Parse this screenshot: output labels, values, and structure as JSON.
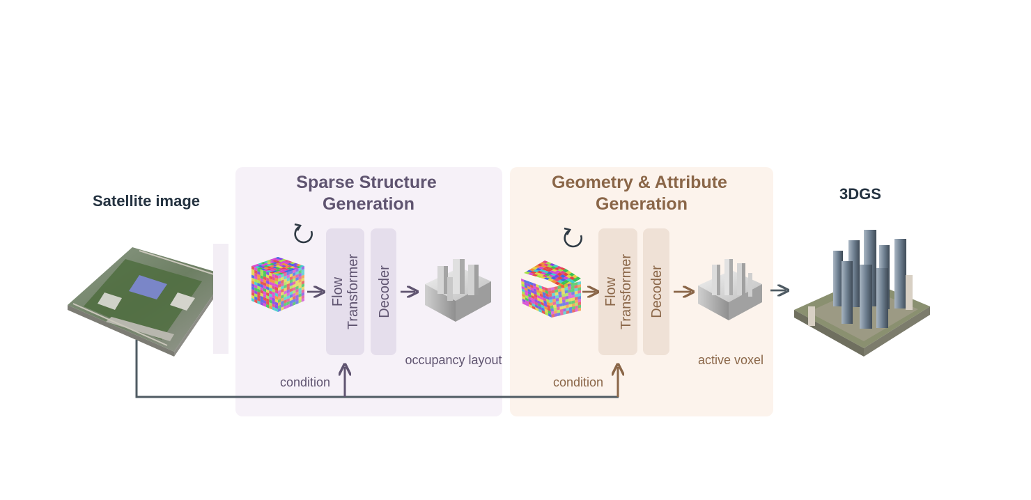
{
  "input": {
    "title": "Satellite image"
  },
  "output": {
    "title": "3DGS"
  },
  "stage1": {
    "title_line1": "Sparse Structure",
    "title_line2": "Generation",
    "block1_line1": "Flow",
    "block1_line2": "Transformer",
    "block2": "Decoder",
    "output_label": "occupancy layout",
    "condition_label": "condition"
  },
  "stage2": {
    "title_line1": "Geometry & Attribute",
    "title_line2": "Generation",
    "block1_line1": "Flow",
    "block1_line2": "Transformer",
    "block2": "Decoder",
    "output_label": "active voxel",
    "condition_label": "condition"
  },
  "colors": {
    "stage1_bg": "#f6f1f8",
    "stage1_block": "#e5deec",
    "stage1_text": "#5f5470",
    "stage2_bg": "#fcf3ec",
    "stage2_block": "#efe1d6",
    "stage2_text": "#8a6648",
    "line": "#4f5b63"
  },
  "icons": [
    "loop-arrow-icon",
    "noise-cube-icon",
    "voxel-model-icon",
    "satellite-map-icon",
    "city-3dgs-icon"
  ]
}
